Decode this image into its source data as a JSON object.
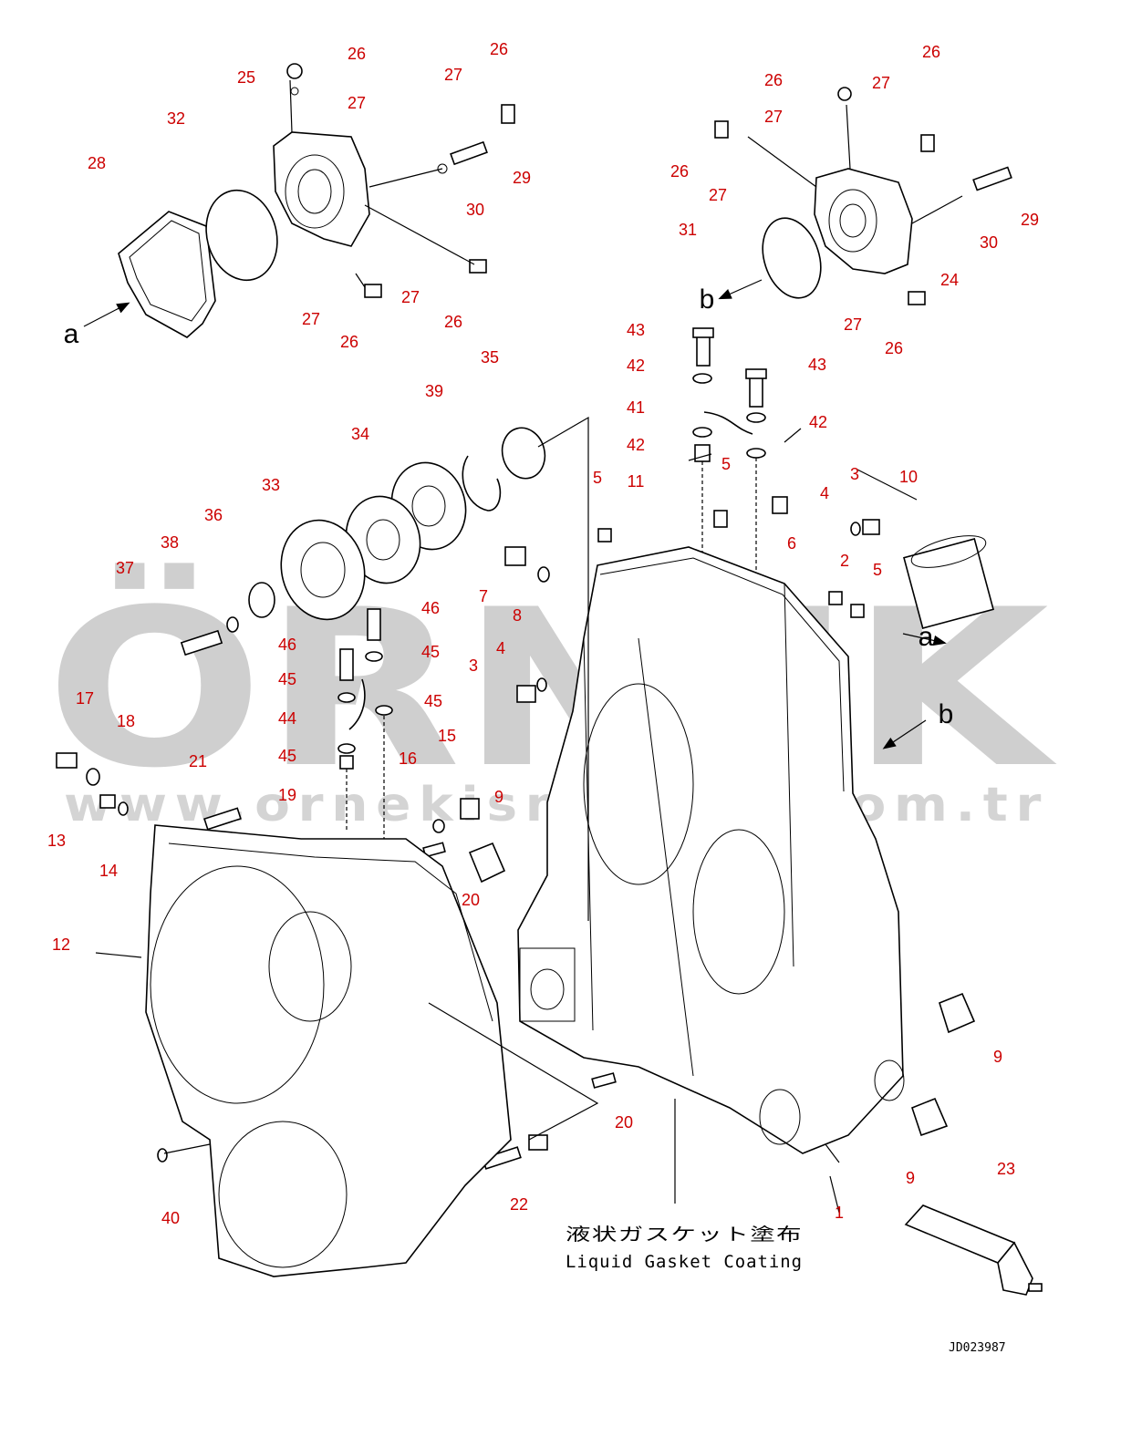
{
  "watermark": {
    "brand": "ÖRNEK",
    "url": "www.ornekismakina.com.tr"
  },
  "note": {
    "japanese": "液状ガスケット塗布",
    "english": "Liquid Gasket Coating"
  },
  "drawing_code": "JD023987",
  "view_letters": [
    "a",
    "b"
  ],
  "colors": {
    "label": "#cc0000",
    "line": "#000000",
    "watermark": "#cfcfcf",
    "accent": "#f5d27a"
  },
  "callouts": [
    {
      "n": "26"
    },
    {
      "n": "27"
    },
    {
      "n": "25"
    },
    {
      "n": "32"
    },
    {
      "n": "28"
    },
    {
      "n": "26"
    },
    {
      "n": "27"
    },
    {
      "n": "29"
    },
    {
      "n": "30"
    },
    {
      "n": "27"
    },
    {
      "n": "26"
    },
    {
      "n": "27"
    },
    {
      "n": "26"
    },
    {
      "n": "26"
    },
    {
      "n": "27"
    },
    {
      "n": "26"
    },
    {
      "n": "27"
    },
    {
      "n": "27"
    },
    {
      "n": "26"
    },
    {
      "n": "31"
    },
    {
      "n": "29"
    },
    {
      "n": "30"
    },
    {
      "n": "24"
    },
    {
      "n": "27"
    },
    {
      "n": "26"
    },
    {
      "n": "43"
    },
    {
      "n": "42"
    },
    {
      "n": "43"
    },
    {
      "n": "41"
    },
    {
      "n": "42"
    },
    {
      "n": "42"
    },
    {
      "n": "11"
    },
    {
      "n": "5"
    },
    {
      "n": "5"
    },
    {
      "n": "35"
    },
    {
      "n": "39"
    },
    {
      "n": "34"
    },
    {
      "n": "33"
    },
    {
      "n": "36"
    },
    {
      "n": "38"
    },
    {
      "n": "37"
    },
    {
      "n": "3"
    },
    {
      "n": "4"
    },
    {
      "n": "10"
    },
    {
      "n": "6"
    },
    {
      "n": "2"
    },
    {
      "n": "5"
    },
    {
      "n": "7"
    },
    {
      "n": "8"
    },
    {
      "n": "4"
    },
    {
      "n": "3"
    },
    {
      "n": "46"
    },
    {
      "n": "46"
    },
    {
      "n": "45"
    },
    {
      "n": "45"
    },
    {
      "n": "45"
    },
    {
      "n": "44"
    },
    {
      "n": "45"
    },
    {
      "n": "19"
    },
    {
      "n": "17"
    },
    {
      "n": "18"
    },
    {
      "n": "21"
    },
    {
      "n": "16"
    },
    {
      "n": "15"
    },
    {
      "n": "13"
    },
    {
      "n": "14"
    },
    {
      "n": "9"
    },
    {
      "n": "20"
    },
    {
      "n": "12"
    },
    {
      "n": "20"
    },
    {
      "n": "22"
    },
    {
      "n": "40"
    },
    {
      "n": "1"
    },
    {
      "n": "9"
    },
    {
      "n": "9"
    },
    {
      "n": "23"
    }
  ]
}
